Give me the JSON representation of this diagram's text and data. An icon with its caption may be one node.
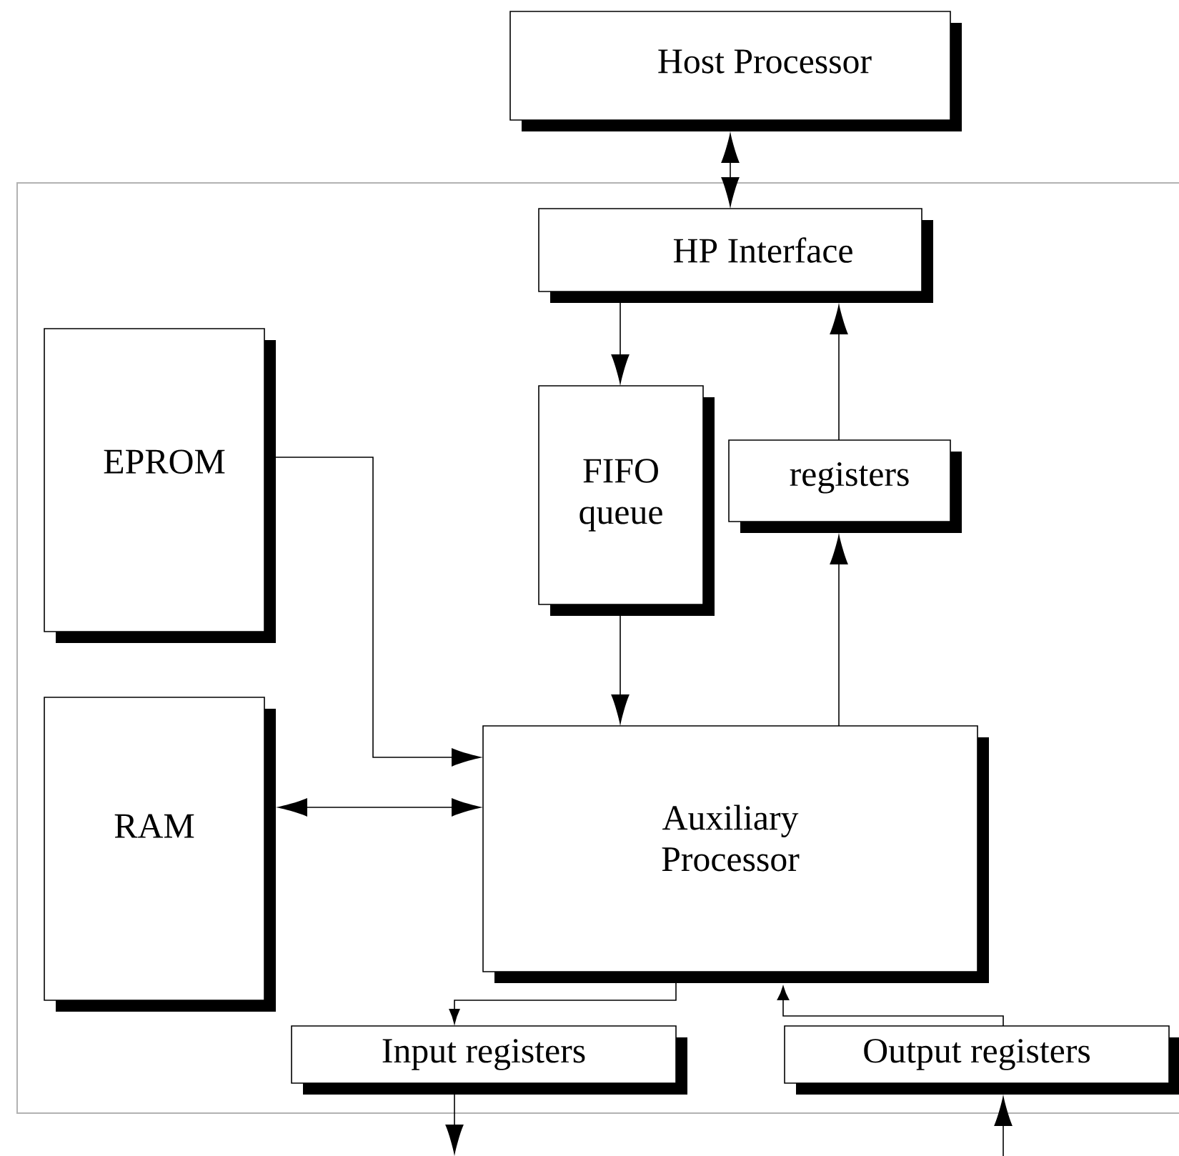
{
  "diagram": {
    "nodes": [
      {
        "text": [
          "Host Processor"
        ]
      },
      {
        "text": [],
        "shape": "box"
      },
      {
        "text": [
          "HP Interface"
        ],
        "in": 1
      },
      {
        "text": [
          "EPROM"
        ],
        "in": 1
      },
      {
        "text": [
          "FIFO queue"
        ],
        "in": 1
      },
      {
        "text": [
          "registers"
        ],
        "in": 1
      },
      {
        "text": [
          "RAM"
        ],
        "in": 1
      },
      {
        "text": [
          "Auxiliary Processor"
        ],
        "in": 1
      },
      {
        "text": [
          "Input registers"
        ],
        "in": 1
      },
      {
        "text": [
          "Output registers"
        ],
        "in": 1
      }
    ],
    "edges": [
      {
        "from": 0,
        "to": 2,
        "arrow": "both"
      },
      {
        "from": 2,
        "to": 4,
        "arrow": "to"
      },
      {
        "from": 5,
        "to": 2,
        "arrow": "to"
      },
      {
        "from": 3,
        "to": 7,
        "arrow": "to"
      },
      {
        "from": 6,
        "to": 7,
        "arrow": "both"
      },
      {
        "from": 4,
        "to": 7,
        "arrow": "to"
      },
      {
        "from": 7,
        "to": 5,
        "arrow": "to"
      },
      {
        "from": 7,
        "to": 8,
        "arrow": "to"
      },
      {
        "from": 9,
        "to": 7,
        "arrow": "to"
      },
      {
        "from": 8,
        "to": null,
        "arrow": "to"
      },
      {
        "from": null,
        "to": 9,
        "arrow": "to"
      }
    ]
  }
}
